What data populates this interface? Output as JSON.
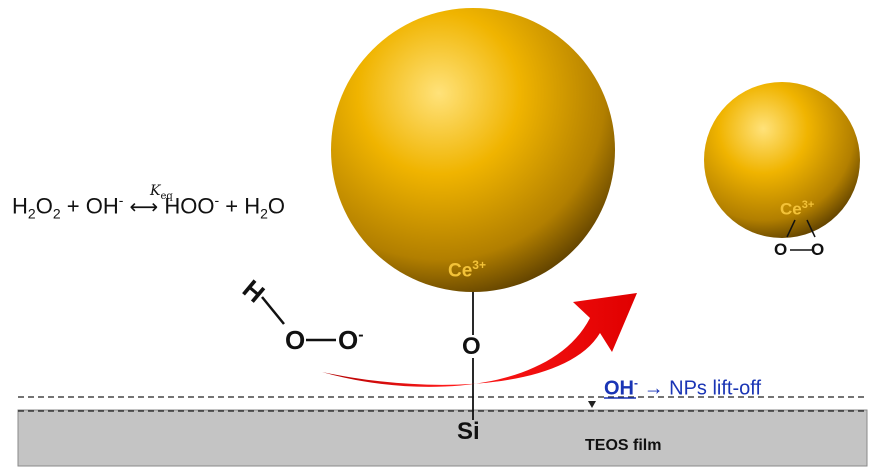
{
  "equation": {
    "h2o2_base": "H",
    "h2o2_sub1": "2",
    "h2o2_o": "O",
    "h2o2_sub2": "2",
    "plus1": "+",
    "oh": "OH",
    "oh_charge": "-",
    "arrow": "⟷",
    "hoo": "HOO",
    "hoo_charge": "-",
    "plus2": "+",
    "h2o_base": "H",
    "h2o_sub": "2",
    "h2o_o": "O",
    "keq_k": "K",
    "keq_sub": "eq"
  },
  "large_particle": {
    "ion": "Ce",
    "charge": "3+"
  },
  "small_particle": {
    "ion": "Ce",
    "charge": "3+",
    "o1": "O",
    "o2": "O"
  },
  "peroxide": {
    "h": "H",
    "o1": "O",
    "o2": "O",
    "charge": "-"
  },
  "bond": {
    "o": "O",
    "si": "Si"
  },
  "liftoff": {
    "oh": "OH",
    "charge": "-",
    "text": "→ NPs lift-off"
  },
  "film": {
    "label": "TEOS film"
  },
  "colors": {
    "particle_light": "#ffe27a",
    "particle_mid": "#f0b400",
    "particle_dark": "#6e4c00",
    "ion_label": "#f3c238",
    "arrow_red": "#e00000",
    "liftoff_blue": "#1a35b5",
    "film_gray": "#c4c4c4",
    "film_border": "#8a8a8a"
  }
}
